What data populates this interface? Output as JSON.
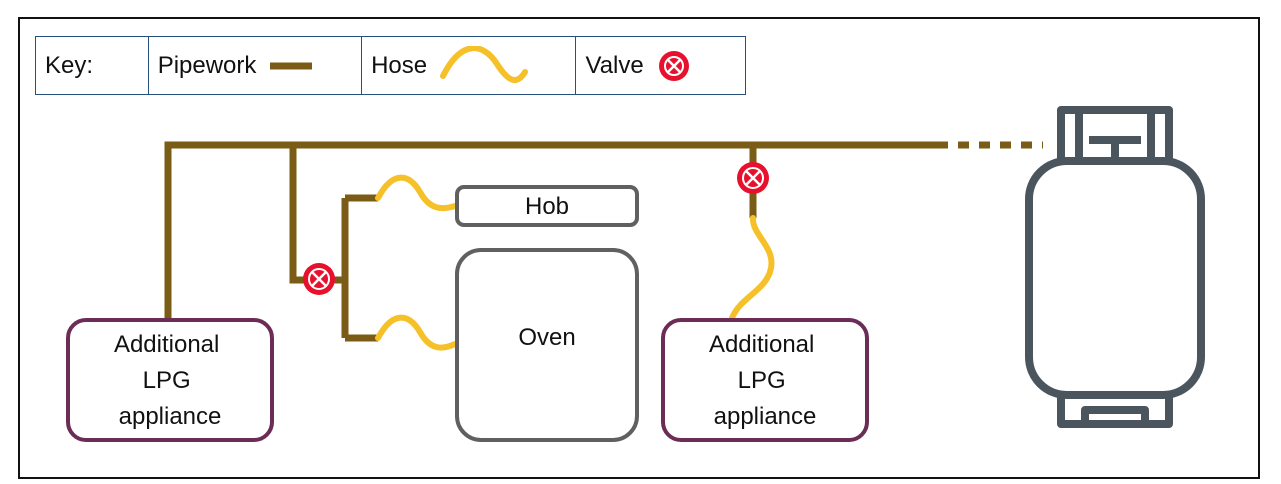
{
  "key": {
    "title": "Key:",
    "pipework_label": "Pipework",
    "hose_label": "Hose",
    "valve_label": "Valve"
  },
  "nodes": {
    "hob": "Hob",
    "oven": "Oven",
    "appliance_left": [
      "Additional",
      "LPG",
      "appliance"
    ],
    "appliance_right": [
      "Additional",
      "LPG",
      "appliance"
    ]
  },
  "colors": {
    "pipework": "#7b5c16",
    "hose": "#f5c028",
    "valve_fill": "#e8112d",
    "appliance_border": "#6b2d55",
    "cooker_border": "#606060",
    "cylinder": "#4a555d",
    "key_border": "#27507a"
  }
}
